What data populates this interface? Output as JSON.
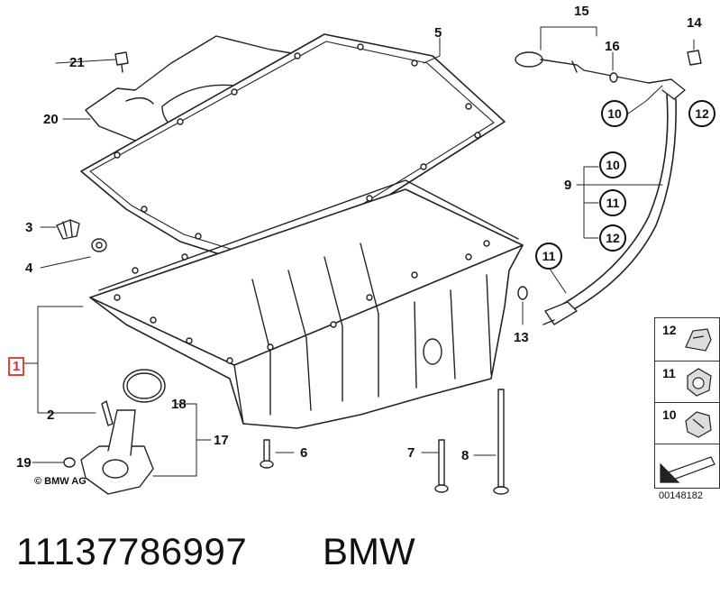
{
  "callouts": {
    "c1": "1",
    "c2": "2",
    "c3": "3",
    "c4": "4",
    "c5": "5",
    "c6": "6",
    "c7": "7",
    "c8": "8",
    "c9": "9",
    "c13": "13",
    "c14": "14",
    "c15": "15",
    "c16": "16",
    "c17": "17",
    "c18": "18",
    "c19": "19",
    "c20": "20",
    "c21": "21"
  },
  "circled_callouts": {
    "top10": "10",
    "top12": "12",
    "mid10": "10",
    "mid11": "11",
    "mid12": "12",
    "low11": "11"
  },
  "legend": {
    "l12": "12",
    "l11": "11",
    "l10": "10"
  },
  "copyright": "© BMW AG",
  "drawing_number": "00148182",
  "footer": {
    "part_number": "11137786997",
    "brand": "BMW"
  },
  "highlight_color": "#e0453a"
}
